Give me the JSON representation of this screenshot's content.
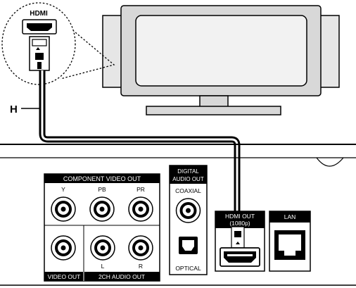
{
  "callout": {
    "hdmi_label": "HDMI"
  },
  "cable": {
    "label": "H"
  },
  "panel": {
    "component_video": {
      "title": "COMPONENT VIDEO OUT",
      "jacks": [
        "Y",
        "PB",
        "PR"
      ]
    },
    "video_out": {
      "title": "VIDEO OUT"
    },
    "audio_2ch": {
      "title": "2CH AUDIO OUT",
      "jacks": [
        "L",
        "R"
      ]
    },
    "digital_audio": {
      "title_line1": "DIGITAL",
      "title_line2": "AUDIO OUT",
      "coaxial": "COAXIAL",
      "optical": "OPTICAL"
    },
    "hdmi_out": {
      "title": "HDMI OUT",
      "resolution": "(1080p)"
    },
    "lan": {
      "title": "LAN"
    }
  },
  "colors": {
    "ink": "#000000",
    "screen": "#f2f2f2",
    "tv_frame": "#d8d8d8",
    "label_bg": "#000000"
  }
}
